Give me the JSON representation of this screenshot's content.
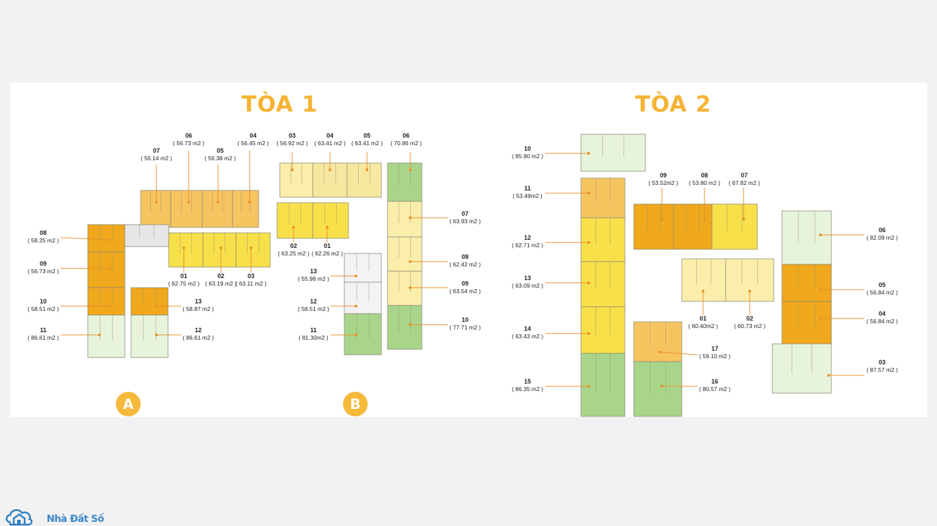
{
  "titles": {
    "tower1": "TÒA 1",
    "tower2": "TÒA 2"
  },
  "badges": {
    "a": "A",
    "b": "B"
  },
  "logo": {
    "text": "Nhà Đất Số"
  },
  "colors": {
    "accent": "#f6b334",
    "darkOrange": "#f0a81c",
    "orange": "#f7c560",
    "yellow": "#f8e04a",
    "paleYellow": "#fbeeaa",
    "green": "#a9d58a",
    "paleGreen": "#e8f3dc",
    "blue": "#3a86c8"
  },
  "units": {
    "t1_06": {
      "num": "06",
      "area": "( 56.73 m2 )"
    },
    "t1_04": {
      "num": "04",
      "area": "( 56.45 m2 )"
    },
    "t1_07": {
      "num": "07",
      "area": "( 56.14 m2 )"
    },
    "t1_05": {
      "num": "05",
      "area": "( 56.38 m2 )"
    },
    "t1_08": {
      "num": "08",
      "area": "( 58.25 m2 )"
    },
    "t1_09": {
      "num": "09",
      "area": "( 56.73 m2 )"
    },
    "t1_10": {
      "num": "10",
      "area": "( 58.51 m2 )"
    },
    "t1_11": {
      "num": "11",
      "area": "( 86.61 m2 )"
    },
    "t1_12": {
      "num": "12",
      "area": "( 86.61 m2 )"
    },
    "t1_13": {
      "num": "13",
      "area": "( 58.87 m2 )"
    },
    "t1_01": {
      "num": "01",
      "area": "( 62.75 m2 )"
    },
    "t1_02": {
      "num": "02",
      "area": "( 63.19 m2 )"
    },
    "t1_03": {
      "num": "03",
      "area": "( 63.11 m2 )"
    },
    "t1b_03": {
      "num": "03",
      "area": "( 56.92 m2 )"
    },
    "t1b_04": {
      "num": "04",
      "area": "( 63.41 m2 )"
    },
    "t1b_05": {
      "num": "05",
      "area": "( 63.41 m2 )"
    },
    "t1b_06": {
      "num": "06",
      "area": "( 70.86 m2 )"
    },
    "t1b_07": {
      "num": "07",
      "area": "( 63.93 m2 )"
    },
    "t1b_08": {
      "num": "08",
      "area": "( 62.42 m2 )"
    },
    "t1b_09": {
      "num": "09",
      "area": "( 63.54 m2 )"
    },
    "t1b_10": {
      "num": "10",
      "area": "( 77.71 m2 )"
    },
    "t1b_02": {
      "num": "02",
      "area": "( 63.25 m2 )"
    },
    "t1b_01": {
      "num": "01",
      "area": "( 62.26 m2 )"
    },
    "t1b_13": {
      "num": "13",
      "area": "( 55.98 m2 )"
    },
    "t1b_12": {
      "num": "12",
      "area": "( 58.51 m2 )"
    },
    "t1b_11": {
      "num": "11",
      "area": "( 81.30m2 )"
    },
    "t2_10": {
      "num": "10",
      "area": "( 85.90 m2 )"
    },
    "t2_11": {
      "num": "11",
      "area": "( 53.49m2 )"
    },
    "t2_12": {
      "num": "12",
      "area": "( 62.71 m2 )"
    },
    "t2_13": {
      "num": "13",
      "area": "( 63.09 m2 )"
    },
    "t2_14": {
      "num": "14",
      "area": "( 63.43 m2 )"
    },
    "t2_15": {
      "num": "15",
      "area": "( 86.35 m2 )"
    },
    "t2_09": {
      "num": "09",
      "area": "( 53.52m2 )"
    },
    "t2_08": {
      "num": "08",
      "area": "( 53.80 m2 )"
    },
    "t2_07": {
      "num": "07",
      "area": "( 67.82 m2 )"
    },
    "t2_06": {
      "num": "06",
      "area": "( 82.09 m2 )"
    },
    "t2_05": {
      "num": "05",
      "area": "( 56.84 m2 )"
    },
    "t2_04": {
      "num": "04",
      "area": "( 56.84 m2 )"
    },
    "t2_03": {
      "num": "03",
      "area": "( 87.57 m2 )"
    },
    "t2_01": {
      "num": "01",
      "area": "( 60.40m2 )"
    },
    "t2_02": {
      "num": "02",
      "area": "( 60.73 m2 )"
    },
    "t2_17": {
      "num": "17",
      "area": "( 59.10 m2 )"
    },
    "t2_16": {
      "num": "16",
      "area": "( 80.57 m2 )"
    }
  }
}
